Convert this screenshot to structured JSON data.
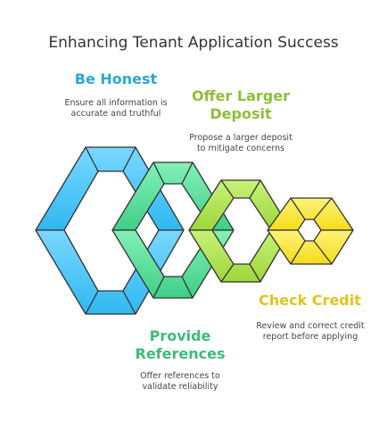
{
  "title": "Enhancing Tenant Application Success",
  "steps": [
    {
      "heading": "Be Honest",
      "description_lines": [
        "Ensure all information is",
        "accurate and truthful"
      ],
      "color": "#2aa7d6",
      "shape_color": "#4cc3f5"
    },
    {
      "heading_lines": [
        "Offer Larger",
        "Deposit"
      ],
      "description_lines": [
        "Propose a larger deposit",
        "to mitigate concerns"
      ],
      "color": "#8dbf3a",
      "shape_color": "#a8d94d"
    },
    {
      "heading": "Check Credit",
      "description_lines": [
        "Review and correct credit",
        "report before applying"
      ],
      "color": "#e0c51a",
      "shape_color": "#f7e43a"
    },
    {
      "heading_lines": [
        "Provide",
        "References"
      ],
      "description_lines": [
        "Offer references to",
        "validate reliability"
      ],
      "color": "#3dbb7a",
      "shape_color": "#5fd99a"
    }
  ]
}
